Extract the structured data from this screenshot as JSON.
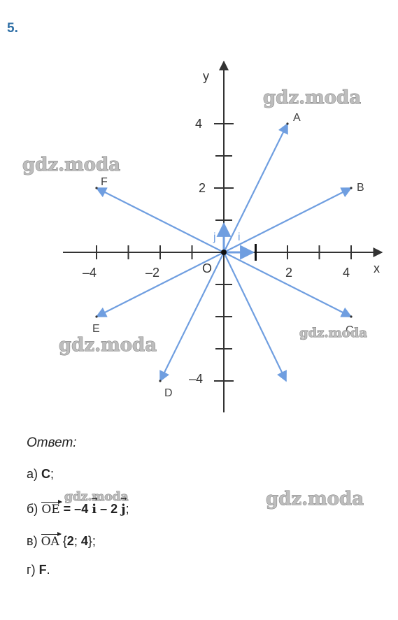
{
  "problem_number": "5.",
  "diagram": {
    "axis_x_label": "x",
    "axis_y_label": "y",
    "origin_label": "O",
    "unit_x_label": "i",
    "unit_y_label": "j",
    "x_tick_labels": [
      "–4",
      "–2",
      "2",
      "4"
    ],
    "y_tick_labels": [
      "4",
      "2",
      "–4"
    ],
    "points": [
      {
        "name": "A",
        "x": 2,
        "y": 4
      },
      {
        "name": "B",
        "x": 4,
        "y": 2
      },
      {
        "name": "C",
        "x": 4,
        "y": -2
      },
      {
        "name": "D",
        "x": -2,
        "y": -4
      },
      {
        "name": "E",
        "x": -4,
        "y": -2
      },
      {
        "name": "F",
        "x": -4,
        "y": 2
      }
    ],
    "extra_vector": {
      "x": 2,
      "y": -4
    },
    "vector_color": "#6f9ee0",
    "watermark": "gdz.moda"
  },
  "answer": {
    "title": "Ответ:",
    "a_prefix": "а) ",
    "a_value": "C",
    "a_suffix": ";",
    "b_prefix": "б) ",
    "b_vector": "OE",
    "b_eq": " = –4 ",
    "b_i": "i",
    "b_mid": " – 2 ",
    "b_j": "j",
    "b_suffix": ";",
    "c_prefix": "в) ",
    "c_vector": "OA",
    "c_open": " {",
    "c_x": "2",
    "c_sep": "; ",
    "c_y": "4",
    "c_close": "};",
    "d_prefix": "г) ",
    "d_value": "F",
    "d_suffix": "."
  }
}
